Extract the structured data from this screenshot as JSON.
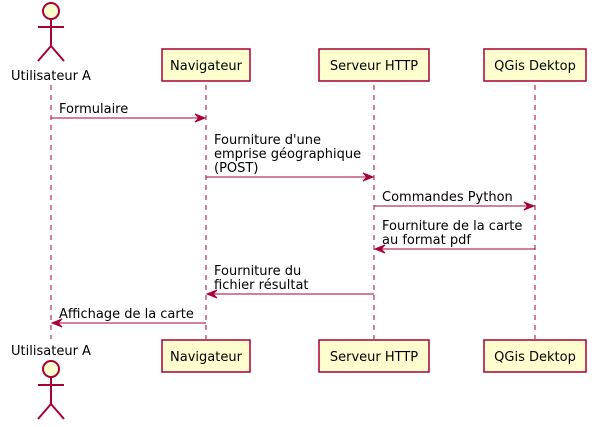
{
  "diagram": {
    "type": "sequence",
    "colors": {
      "participant_fill": "#FEFECE",
      "participant_border": "#A80036",
      "line": "#A80036",
      "text": "#000000"
    },
    "participants": [
      {
        "id": "user",
        "kind": "actor",
        "label": "Utilisateur A"
      },
      {
        "id": "nav",
        "kind": "box",
        "label": "Navigateur"
      },
      {
        "id": "http",
        "kind": "box",
        "label": "Serveur HTTP"
      },
      {
        "id": "qgis",
        "kind": "box",
        "label": "QGis Dektop"
      }
    ],
    "messages": [
      {
        "from": "user",
        "to": "nav",
        "lines": [
          "Formulaire"
        ]
      },
      {
        "from": "nav",
        "to": "http",
        "lines": [
          "Fourniture d'une",
          "emprise géographique",
          "(POST)"
        ]
      },
      {
        "from": "http",
        "to": "qgis",
        "lines": [
          "Commandes Python"
        ]
      },
      {
        "from": "qgis",
        "to": "http",
        "lines": [
          "Fourniture de la carte",
          "au format pdf"
        ]
      },
      {
        "from": "http",
        "to": "nav",
        "lines": [
          "Fourniture du",
          "fichier résultat"
        ]
      },
      {
        "from": "nav",
        "to": "user",
        "lines": [
          "Affichage de la carte"
        ]
      }
    ]
  }
}
